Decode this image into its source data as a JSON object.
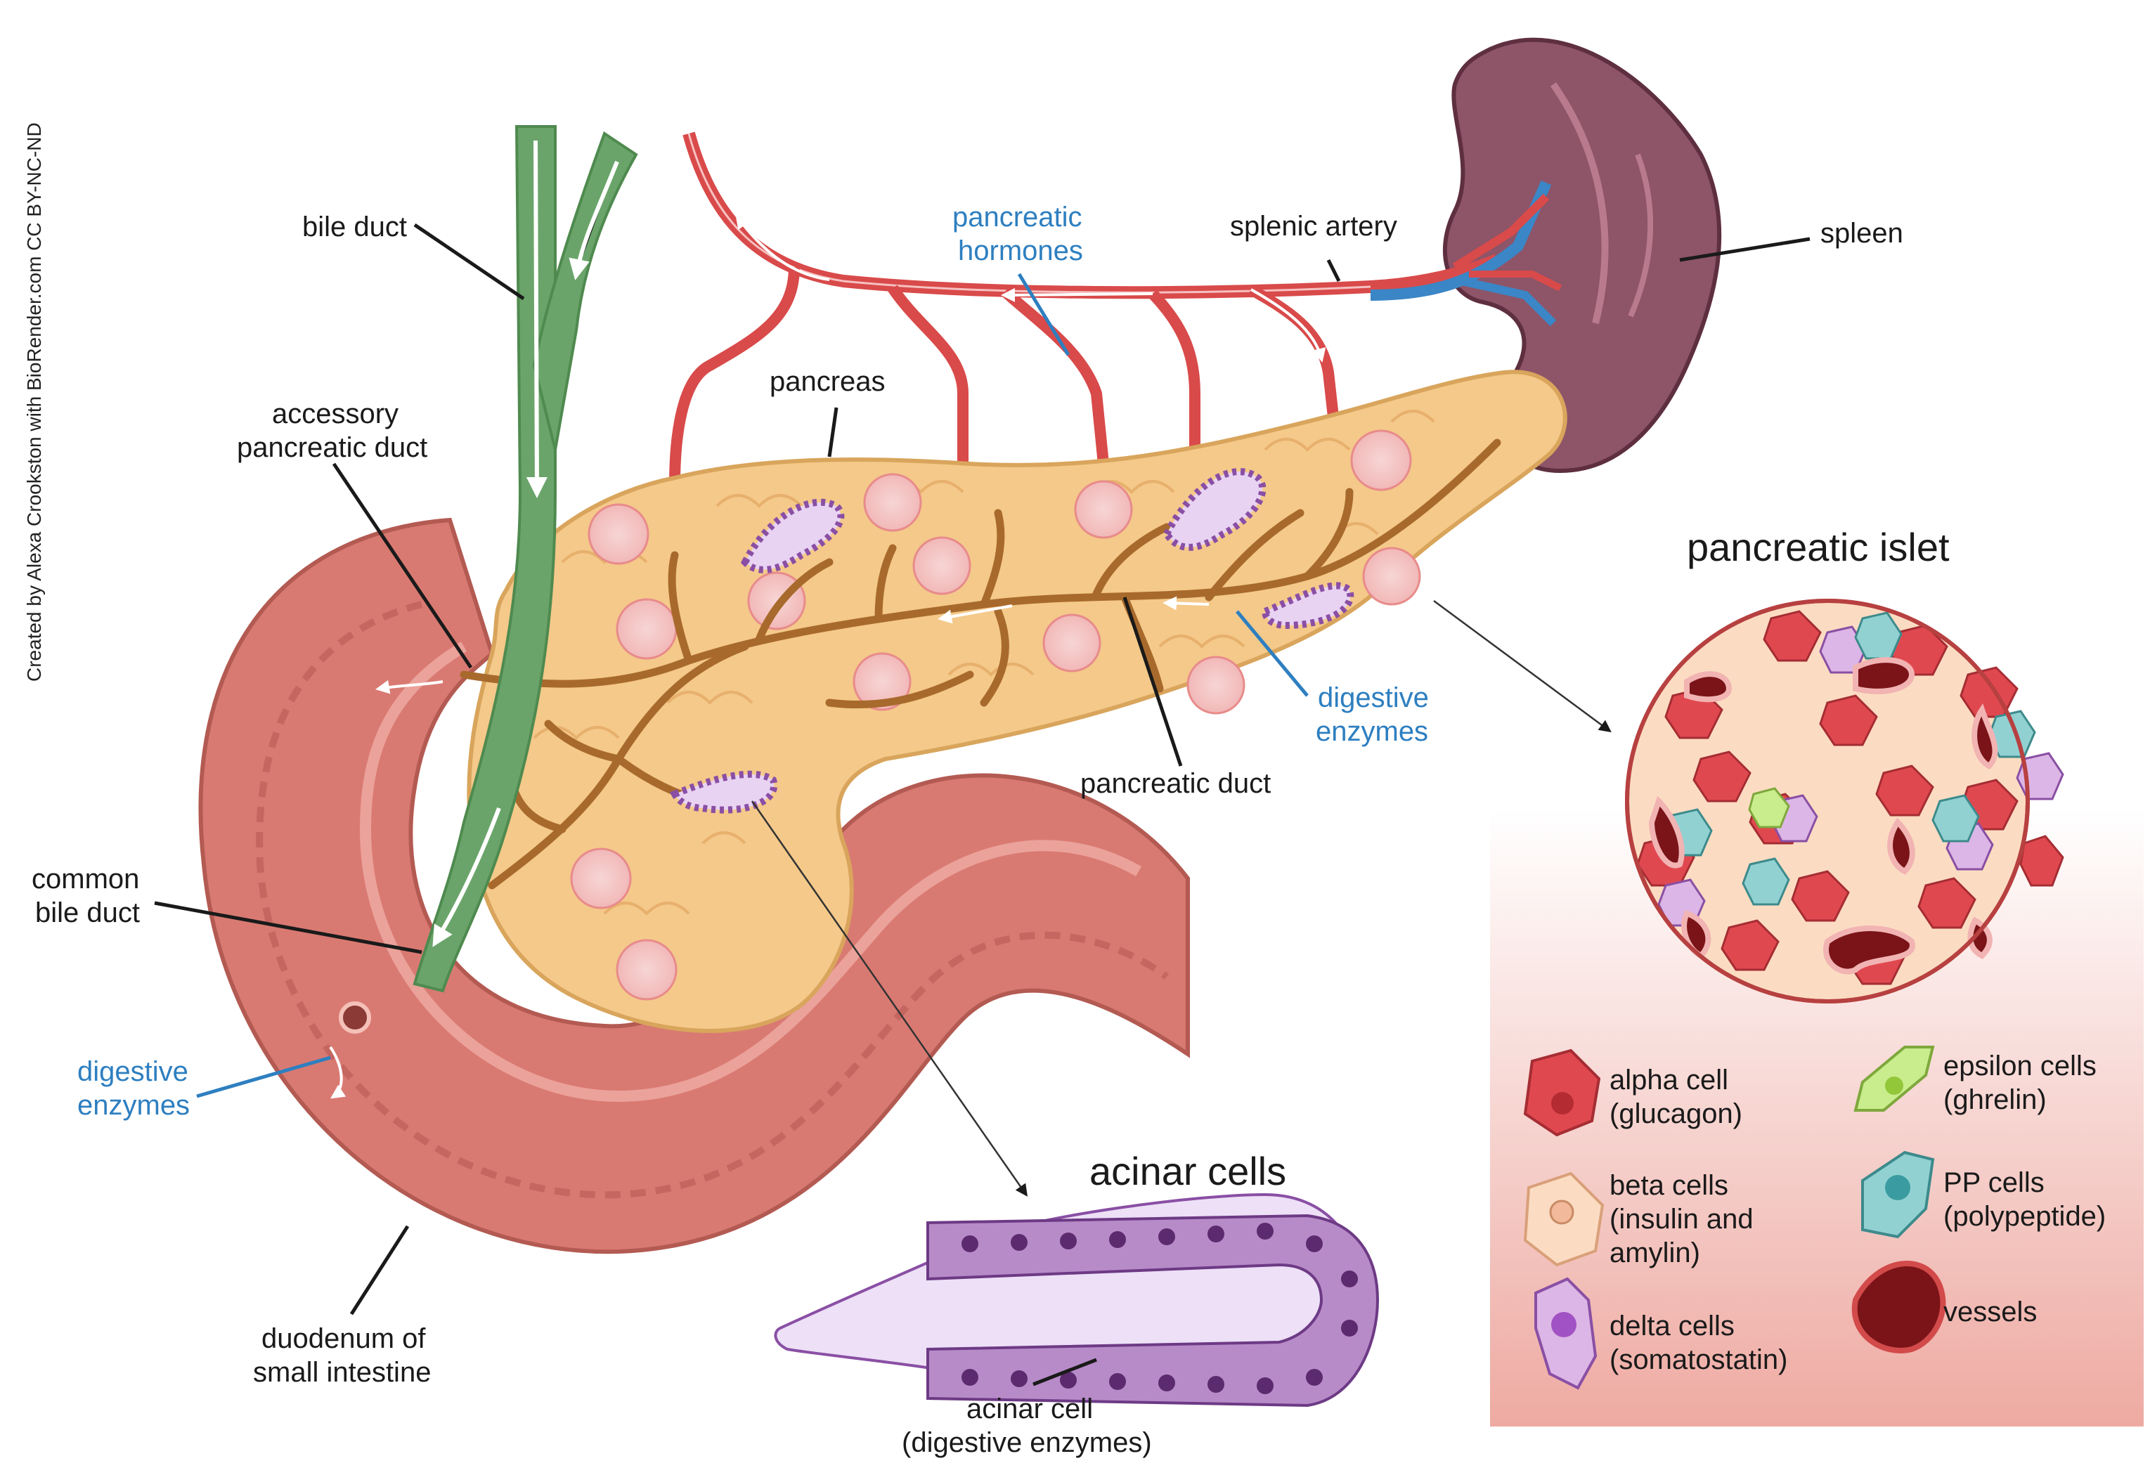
{
  "credit": "Created by Alexa Crookston with BioRender.com CC BY-NC-ND",
  "labels": {
    "bile_duct": "bile duct",
    "pancreatic_hormones_1": "pancreatic",
    "pancreatic_hormones_2": "hormones",
    "splenic_artery": "splenic artery",
    "spleen": "spleen",
    "pancreas": "pancreas",
    "accessory_duct_1": "accessory",
    "accessory_duct_2": "pancreatic duct",
    "digestive_enzymes_top_1": "digestive",
    "digestive_enzymes_top_2": "enzymes",
    "pancreatic_duct": "pancreatic duct",
    "common_bile_duct_1": "common",
    "common_bile_duct_2": "bile duct",
    "digestive_enzymes_left_1": "digestive",
    "digestive_enzymes_left_2": "enzymes",
    "duodenum_1": "duodenum of",
    "duodenum_2": "small intestine",
    "acinar_cells_title": "acinar cells",
    "acinar_cell_1": "acinar cell",
    "acinar_cell_2": "(digestive enzymes)",
    "islet_title": "pancreatic islet"
  },
  "legend": [
    {
      "line1": "alpha cell",
      "line2": "(glucagon)",
      "line3": "",
      "icon": "alpha-cell-icon",
      "color": "#e0484f"
    },
    {
      "line1": "beta cells",
      "line2": "(insulin and",
      "line3": "amylin)",
      "icon": "beta-cell-icon",
      "color": "#fbdcc2"
    },
    {
      "line1": "delta cells",
      "line2": "(somatostatin)",
      "line3": "",
      "icon": "delta-cell-icon",
      "color": "#dcb6e6"
    },
    {
      "line1": "epsilon cells",
      "line2": "(ghrelin)",
      "line3": "",
      "icon": "epsilon-cell-icon",
      "color": "#c9ec8c"
    },
    {
      "line1": "PP cells",
      "line2": "(polypeptide)",
      "line3": "",
      "icon": "pp-cell-icon",
      "color": "#92d1d2"
    },
    {
      "line1": "vessels",
      "line2": "",
      "line3": "",
      "icon": "vessel-icon",
      "color": "#7a1418"
    }
  ],
  "colors": {
    "bile": "#6aa46a",
    "artery": "#d94a4a",
    "vein": "#3b86c6",
    "spleen": "#8e5468",
    "pancreas": "#f4c98a",
    "duct": "#a86a2c",
    "intestine": "#d97a72",
    "acinar": "#a46ab8",
    "panel": "#f3c4bc"
  }
}
